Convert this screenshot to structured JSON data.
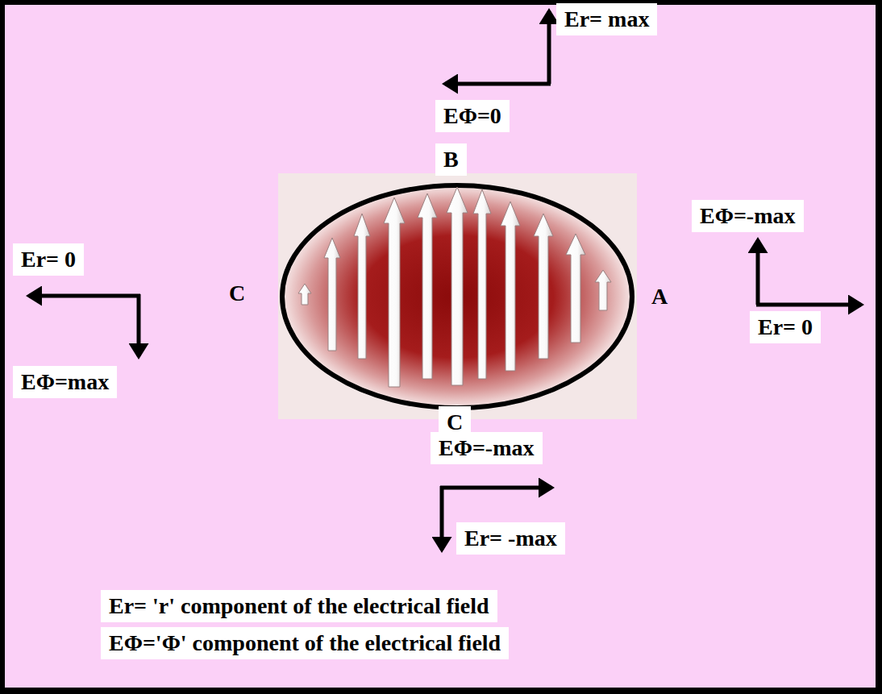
{
  "diagram": {
    "labels": [
      "Er= max",
      "EΦ=0",
      "B",
      "EΦ=-max",
      "Er= 0",
      "C",
      "A",
      "Er= 0",
      "EΦ=max",
      "C",
      "EΦ=-max",
      "Er= -max",
      "Er= 'r' component of the electrical field",
      "EΦ='Φ' component of the electrical field"
    ]
  }
}
